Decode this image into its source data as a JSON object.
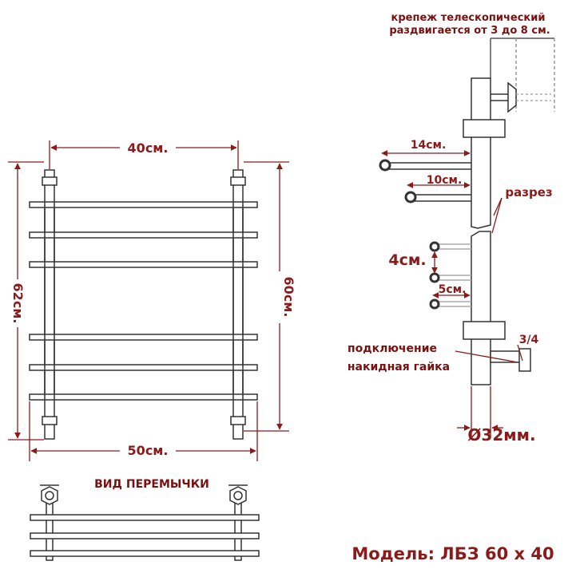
{
  "front_view": {
    "width_label": "40см.",
    "overall_width_label": "50см.",
    "height_left_label": "62см.",
    "height_right_label": "60см."
  },
  "jumper_view": {
    "title": "ВИД ПЕРЕМЫЧКИ"
  },
  "side_view": {
    "mount_note_line1": "крепеж телескопический",
    "mount_note_line2": "раздвигается от 3 до 8 см.",
    "depth_14": "14см.",
    "depth_10": "10см.",
    "cut_label": "разрез",
    "spacing_4": "4см.",
    "depth_5": "5см.",
    "thread_label": "3/4",
    "connection_line1": "подключение",
    "connection_line2": "накидная гайка",
    "diameter_label": "Ø32мм."
  },
  "model_label": "Модель: ЛБЗ 60 х 40",
  "colors": {
    "dimension": "#8b1a1a",
    "line": "#333333"
  }
}
